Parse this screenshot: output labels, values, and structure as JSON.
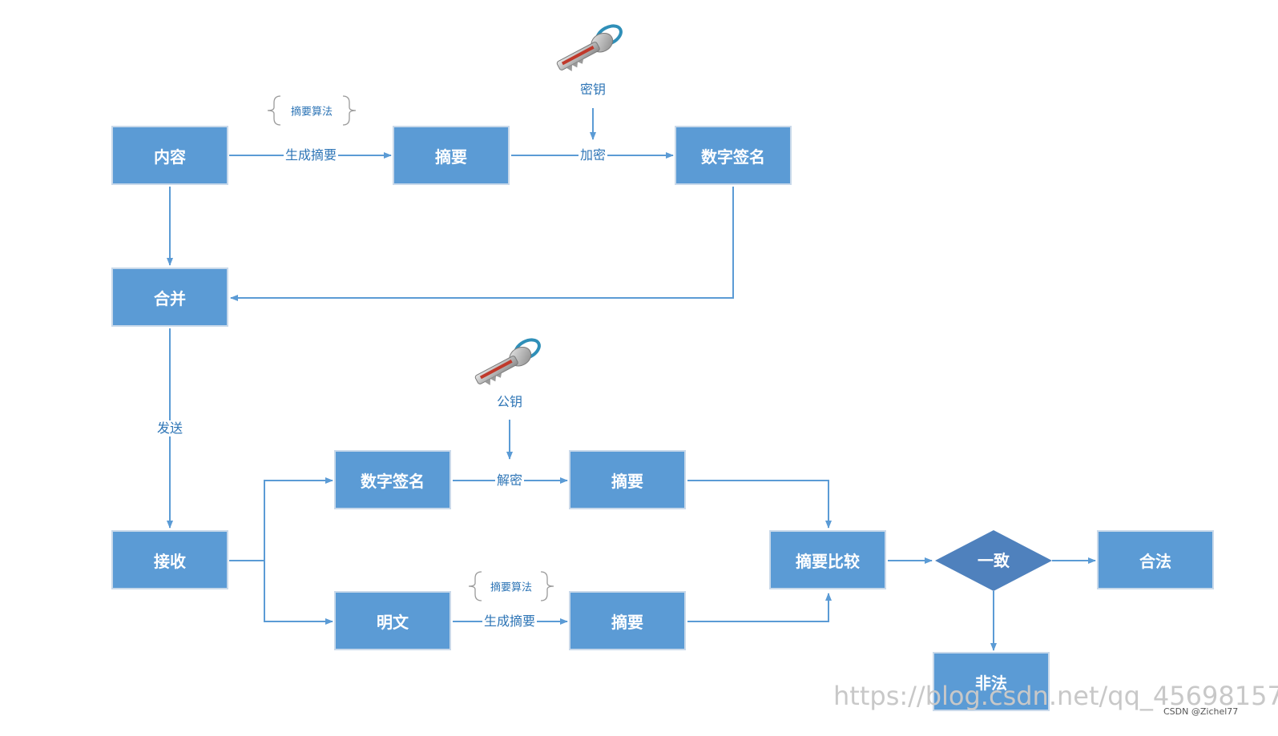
{
  "colors": {
    "box_fill": "#5b9bd5",
    "diamond_fill": "#4f81bd",
    "line": "#5b9bd5",
    "label_text": "#2e75b6"
  },
  "icons": {
    "key": "key-icon",
    "brace": "curly-brace-icon"
  },
  "nodes": {
    "content": "内容",
    "digest_top": "摘要",
    "signature_top": "数字签名",
    "merge": "合并",
    "receive": "接收",
    "signature_bottom": "数字签名",
    "digest_mid": "摘要",
    "plaintext": "明文",
    "digest_low": "摘要",
    "compare": "摘要比较",
    "consistent": "一致",
    "legal": "合法",
    "illegal": "非法"
  },
  "edges": {
    "generate_digest_top": "生成摘要",
    "encrypt": "加密",
    "send": "发送",
    "decrypt": "解密",
    "generate_digest_bottom": "生成摘要"
  },
  "annotations": {
    "algorithm_top": "摘要算法",
    "private_key": "密钥",
    "public_key": "公钥",
    "algorithm_bottom": "摘要算法"
  },
  "watermark": "https://blog.csdn.net/qq_45698157",
  "credit": "CSDN @Zichel77"
}
